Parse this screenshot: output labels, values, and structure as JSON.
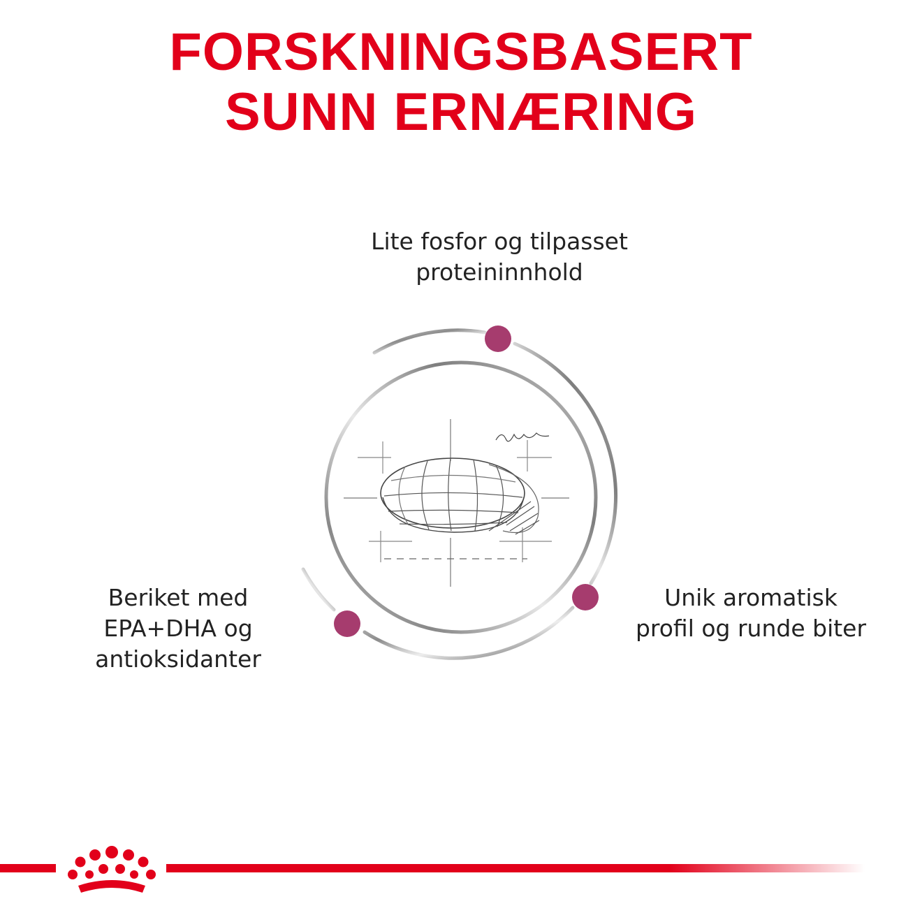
{
  "headline": {
    "line1": "FORSKNINGSBASERT",
    "line2": "SUNN ERNÆRING"
  },
  "benefits": {
    "top": {
      "line1": "Lite fosfor og tilpasset",
      "line2": "proteininnhold"
    },
    "left": {
      "line1": "Beriket med",
      "line2": "EPA+DHA og",
      "line3": "antioksidanter"
    },
    "right": {
      "line1": "Unik aromatisk",
      "line2": "profil og runde biter"
    }
  },
  "colors": {
    "brand_red": "#e2001a",
    "marker": "#a63c6e",
    "ring": "#9a9a9a",
    "text": "#222222"
  },
  "icons": {
    "center_illustration": "kibble-sketch-icon",
    "logo": "royal-crown-logo"
  }
}
